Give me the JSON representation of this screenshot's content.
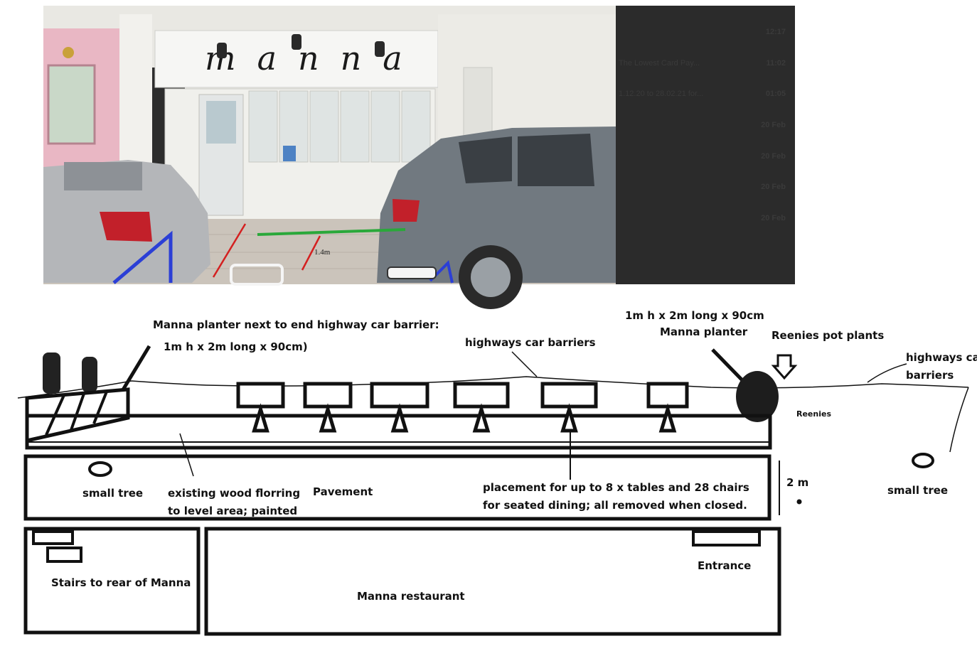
{
  "photo": {
    "shop_sign": "manna",
    "measure_label": "1.4m",
    "notification_panel": {
      "times": [
        "12:17",
        "11:02",
        "01:05",
        "20 Feb",
        "20 Feb",
        "20 Feb",
        "20 Feb"
      ],
      "snippets": [
        "The Lowest Card Pay...",
        "1.12.20 to 28.02.21 for..."
      ]
    }
  },
  "plan": {
    "labels": {
      "planter_left_1": "Manna planter next to end highway car barrier:",
      "planter_left_2": "1m h x 2m long x 90cm)",
      "barriers_mid": "highways car barriers",
      "planter_right_1": "1m h x 2m long x 90cm",
      "planter_right_2": "Manna planter",
      "reenies_pots": "Reenies pot plants",
      "barriers_right_1": "highways car",
      "barriers_right_2": "barriers",
      "reenies": "Reenies",
      "small_tree_left": "small tree",
      "wood_floor_1": "existing wood florring",
      "wood_floor_2": "to level area; painted",
      "pavement": "Pavement",
      "placement_1": "placement for up to 8 x tables and 28 chairs",
      "placement_2": "for seated dining; all removed when closed.",
      "two_m": "2 m",
      "small_tree_right": "small tree",
      "stairs": "Stairs to rear of Manna",
      "entrance": "Entrance",
      "restaurant": "Manna restaurant"
    },
    "table_count": 6
  },
  "colors": {
    "ink": "#111111",
    "blue_line": "#2b3fd6",
    "red_line": "#d42020",
    "green_line": "#2aa83a",
    "dark_panel": "#2b2b2b"
  }
}
